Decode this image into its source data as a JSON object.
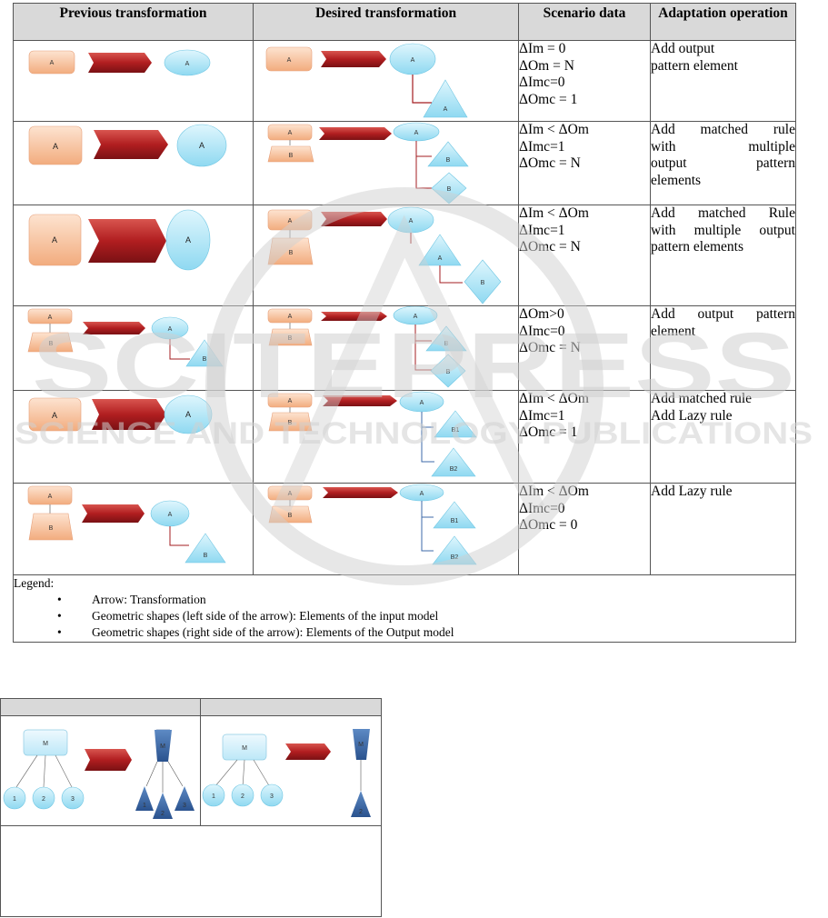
{
  "table1": {
    "headers": [
      "Previous transformation",
      "Desired transformation",
      "Scenario data",
      "Adaptation operation"
    ],
    "rows": [
      {
        "scenario": [
          "ΔIm = 0",
          "ΔOm = N",
          "ΔImc=0",
          "ΔOmc = 1"
        ],
        "operation": [
          "Add output",
          "pattern element"
        ],
        "op_justify": false
      },
      {
        "scenario": [
          "ΔIm < ΔOm",
          "ΔImc=1",
          "ΔOmc = N"
        ],
        "operation": [
          "Add matched rule",
          "with multiple",
          "output pattern",
          "elements"
        ],
        "op_justify": true
      },
      {
        "scenario": [
          "ΔIm < ΔOm",
          "ΔImc=1",
          "ΔOmc = N"
        ],
        "operation": [
          "Add matched Rule",
          "with multiple output",
          "pattern elements"
        ],
        "op_justify": true
      },
      {
        "scenario": [
          "ΔOm>0",
          "ΔImc=0",
          "ΔOmc = N"
        ],
        "operation": [
          "Add output pattern",
          "element"
        ],
        "op_justify": true
      },
      {
        "scenario": [
          "ΔIm < ΔOm",
          "ΔImc=1",
          "ΔOmc = 1"
        ],
        "operation": [
          "Add matched rule",
          "Add Lazy rule"
        ],
        "op_justify": false
      },
      {
        "scenario": [
          "ΔIm < ΔOm",
          "ΔImc=0",
          "ΔOmc = 0"
        ],
        "operation": [
          "Add Lazy rule"
        ],
        "op_justify": false
      }
    ],
    "legend_title": "Legend:",
    "legend_items": [
      "Arrow: Transformation",
      "Geometric shapes (left side of the arrow): Elements of the input model",
      "Geometric shapes (right side of the arrow): Elements of the Output model"
    ]
  },
  "diagram_labels": {
    "a": "A",
    "b": "B",
    "b1": "B1",
    "b2": "B2",
    "m": "M",
    "n1": "1",
    "n2": "2",
    "n3": "3"
  },
  "watermark": {
    "big": "SCITEPRESS",
    "small": "SCIENCE AND TECHNOLOGY PUBLICATIONS"
  },
  "colors": {
    "peach": "#f8c7a4",
    "arrow": "#c0282a",
    "cyan": "#b8e9f7",
    "navy": "#3c6aa8",
    "tree_line": "#a31c20",
    "header_bg": "#d9d9d9"
  }
}
